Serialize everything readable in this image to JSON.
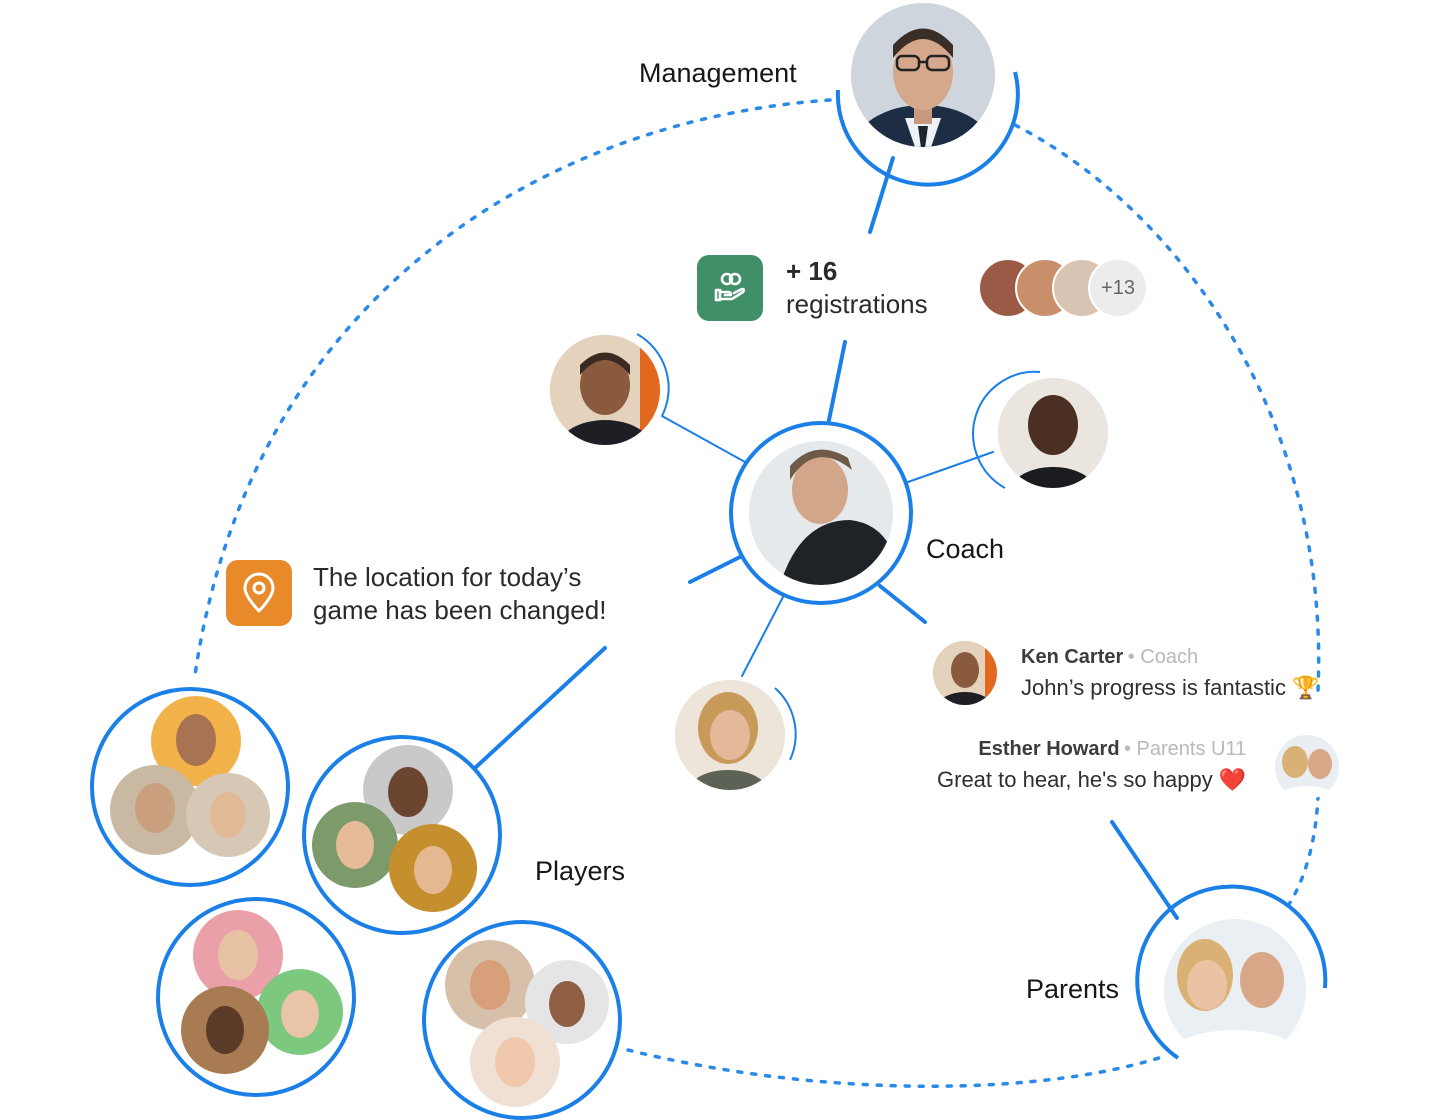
{
  "nodes": {
    "management": {
      "label": "Management"
    },
    "coach": {
      "label": "Coach"
    },
    "players": {
      "label": "Players"
    },
    "parents": {
      "label": "Parents"
    }
  },
  "registrations": {
    "count_text": "+ 16",
    "label": "registrations",
    "more_count": "+13",
    "icon": "hand-coins-icon",
    "icon_color": "#3f8f68"
  },
  "location_notice": {
    "line1": "The location for today’s",
    "line2": "game has been changed!",
    "icon": "map-pin-icon",
    "icon_color": "#e8892a"
  },
  "chat": [
    {
      "name": "Ken Carter",
      "role": "• Coach",
      "message": "John’s progress is fantastic",
      "emoji": "🏆"
    },
    {
      "name": "Esther Howard",
      "role": "• Parents U11",
      "message": "Great to hear, he's so happy",
      "emoji": "❤️"
    }
  ],
  "colors": {
    "accent": "#1a7fe6",
    "dotted": "#2b8ae8"
  }
}
